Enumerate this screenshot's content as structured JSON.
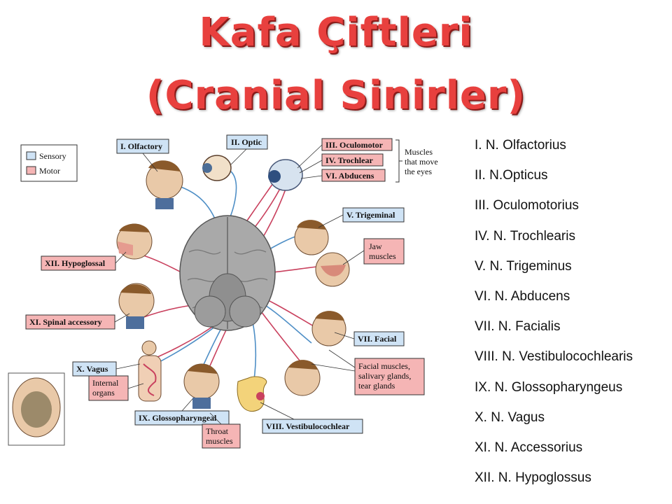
{
  "title": {
    "line1": "Kafa Çiftleri",
    "line2": "(Cranial Sinirler)"
  },
  "colors": {
    "title": "#e8403e",
    "sensory": "#cfe3f5",
    "motor": "#f5b5b5",
    "sensory_line": "#4f8fc6",
    "motor_line": "#c9415e"
  },
  "legend": {
    "sensory": "Sensory",
    "motor": "Motor"
  },
  "diagram_labels": {
    "olfactory": "I. Olfactory",
    "optic": "II. Optic",
    "oculomotor": "III. Oculomotor",
    "trochlear": "IV. Trochlear",
    "abducens": "VI. Abducens",
    "eye_muscles_1": "Muscles",
    "eye_muscles_2": "that move",
    "eye_muscles_3": "the eyes",
    "trigeminal": "V. Trigeminal",
    "jaw_1": "Jaw",
    "jaw_2": "muscles",
    "hypoglossal": "XII. Hypoglossal",
    "spinal_accessory": "XI. Spinal accessory",
    "facial": "VII. Facial",
    "facial_targets_1": "Facial muscles,",
    "facial_targets_2": "salivary glands,",
    "facial_targets_3": "tear glands",
    "vagus": "X. Vagus",
    "organs_1": "Internal",
    "organs_2": "organs",
    "glossopharyngeal": "IX. Glossopharyngeal",
    "throat_1": "Throat",
    "throat_2": "muscles",
    "vestibulocochlear": "VIII. Vestibulocochlear"
  },
  "nerve_list": [
    "I. N. Olfactorius",
    "II. N.Opticus",
    "III. Oculomotorius",
    "IV. N. Trochlearis",
    "V. N. Trigeminus",
    "VI. N. Abducens",
    "VII. N. Facialis",
    "VIII. N. Vestibulocochlearis",
    "IX. N. Glossopharyngeus",
    "X. N. Vagus",
    "XI. N. Accessorius",
    "XII. N. Hypoglossus"
  ]
}
